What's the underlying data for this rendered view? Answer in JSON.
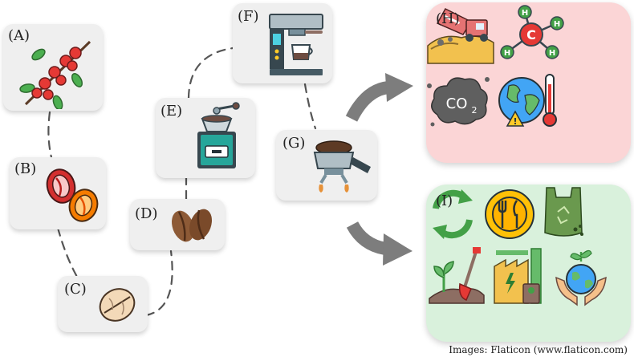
{
  "stages": {
    "a": {
      "label": "(A)",
      "icon": "coffee-cherry-branch-icon"
    },
    "b": {
      "label": "(B)",
      "icon": "coffee-cherry-halves-icon"
    },
    "c": {
      "label": "(C)",
      "icon": "green-coffee-bean-icon"
    },
    "d": {
      "label": "(D)",
      "icon": "roasted-coffee-beans-icon"
    },
    "e": {
      "label": "(E)",
      "icon": "coffee-grinder-icon"
    },
    "f": {
      "label": "(F)",
      "icon": "espresso-machine-icon"
    },
    "g": {
      "label": "(G)",
      "icon": "portafilter-spent-grounds-icon"
    }
  },
  "impact_panel": {
    "label": "(H)",
    "color": "#fbd5d6",
    "icons": [
      "landfill-dump-truck-icon",
      "methane-molecule-icon",
      "co2-cloud-icon",
      "global-warming-icon"
    ]
  },
  "solution_panel": {
    "label": "(I)",
    "color": "#d9f1dc",
    "icons": [
      "recycle-arrows-icon",
      "food-plate-icon",
      "compostable-bag-icon",
      "planting-soil-icon",
      "bioenergy-factory-icon",
      "earth-in-hands-icon"
    ]
  },
  "credit": "Images: Flaticon (www.flaticon.com)"
}
